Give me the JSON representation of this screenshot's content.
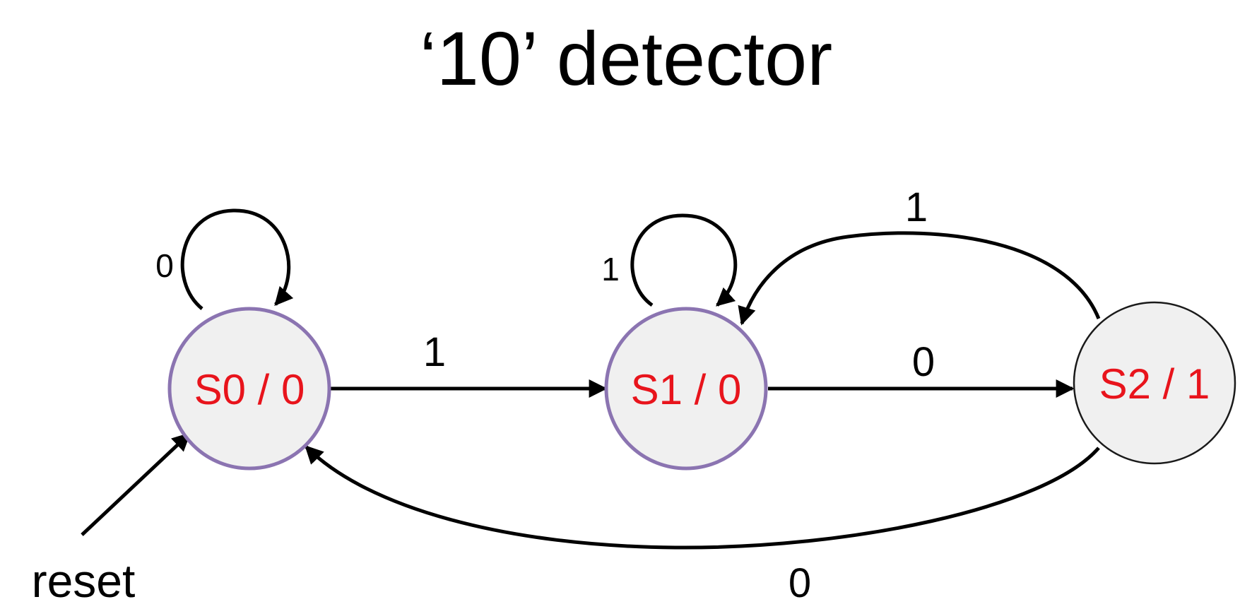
{
  "title": "‘10’ detector",
  "colors": {
    "state_label": "#e8141c",
    "state_fill": "#f0f0f0",
    "highlight_border": "#8b74b1",
    "normal_border": "#1a1a1a",
    "edge": "#000000"
  },
  "states": [
    {
      "id": "S0",
      "label": "S0 / 0",
      "highlighted": true
    },
    {
      "id": "S1",
      "label": "S1 / 0",
      "highlighted": true
    },
    {
      "id": "S2",
      "label": "S2 / 1",
      "highlighted": false
    }
  ],
  "transitions": [
    {
      "from": "S0",
      "to": "S0",
      "input": "0"
    },
    {
      "from": "S0",
      "to": "S1",
      "input": "1"
    },
    {
      "from": "S1",
      "to": "S1",
      "input": "1"
    },
    {
      "from": "S1",
      "to": "S2",
      "input": "0"
    },
    {
      "from": "S2",
      "to": "S1",
      "input": "1"
    },
    {
      "from": "S2",
      "to": "S0",
      "input": "0"
    }
  ],
  "reset": {
    "label": "reset",
    "target": "S0"
  }
}
